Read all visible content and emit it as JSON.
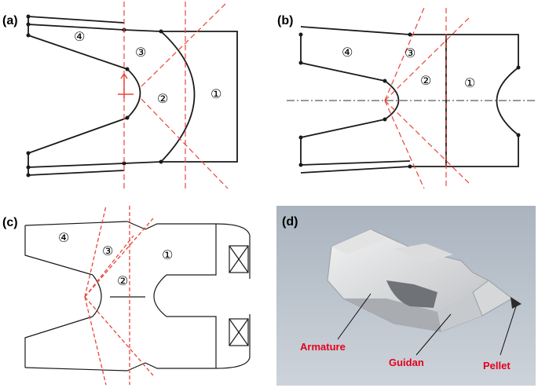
{
  "panels": {
    "a": {
      "label": "(a)",
      "regions": [
        "①",
        "②",
        "③",
        "④"
      ]
    },
    "b": {
      "label": "(b)",
      "regions": [
        "①",
        "②",
        "③",
        "④"
      ]
    },
    "c": {
      "label": "(c)",
      "regions": [
        "①",
        "②",
        "③",
        "④"
      ]
    },
    "d": {
      "label": "(d)",
      "annotations": {
        "armature": "Armature",
        "guidan": "Guidan",
        "pellet": "Pellet"
      }
    }
  },
  "colors": {
    "outline": "#1a1a1a",
    "dashed": "#e8453c",
    "annotation": "#e4001c",
    "photo_bg": "#bcc5ce"
  }
}
